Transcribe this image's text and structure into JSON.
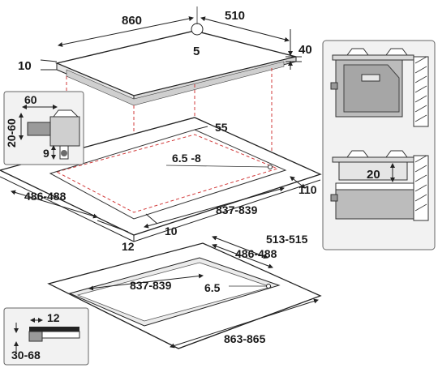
{
  "hob": {
    "width": "860",
    "depth": "510",
    "height_total": "40",
    "glass_thickness": "10",
    "center_mark": "5"
  },
  "cutout_top": {
    "inner_top": "55",
    "clip_offset": "6.5 -8",
    "depth_range": "486-488",
    "width_range": "837-839",
    "front_gap": "10",
    "side_gap": "110",
    "edge_gap": "12"
  },
  "detail_left": {
    "top": "60",
    "height_range": "20-60",
    "bottom": "9"
  },
  "detail_right": {
    "clearance": "20"
  },
  "cutout_bottom": {
    "outer_depth": "513-515",
    "inner_depth": "486-488",
    "inner_width": "837-839",
    "clip_offset": "6.5",
    "outer_width": "863-865"
  },
  "detail_bottom": {
    "top": "12",
    "range": "30-68"
  }
}
